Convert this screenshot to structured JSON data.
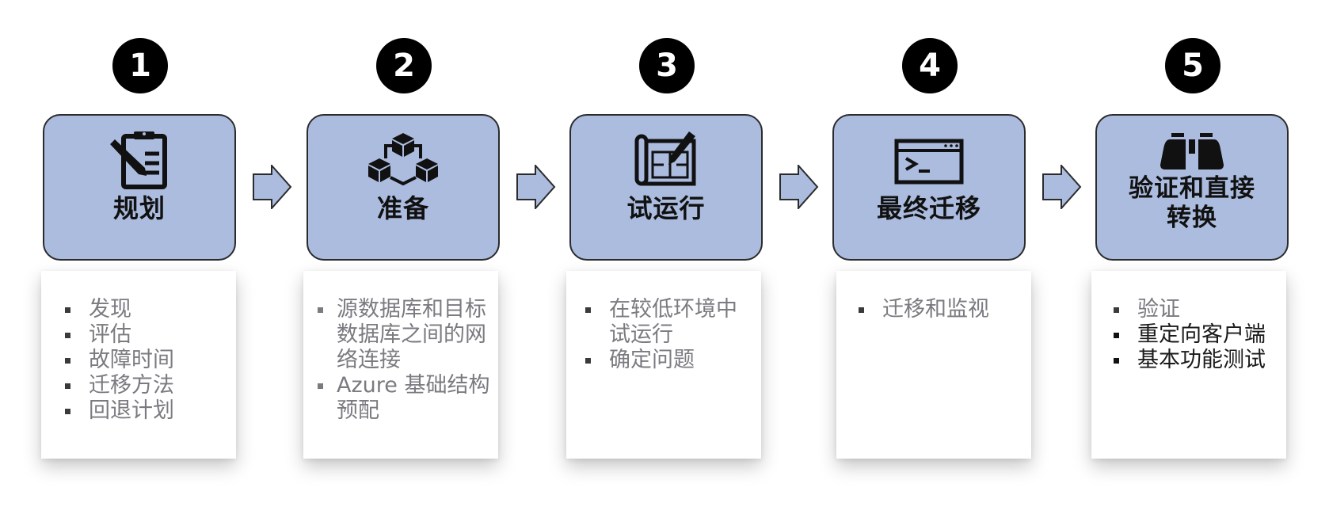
{
  "diagram": {
    "colors": {
      "box_fill": "#abbcdf",
      "box_border": "#2b2b2b",
      "number_circle": "#000000",
      "item_text": "#7a7a80",
      "item_text_dark": "#1a1a1a"
    },
    "steps": [
      {
        "number": "1",
        "title": "规划",
        "icon": "clipboard-pencil-icon",
        "items": [
          "发现",
          "评估",
          "故障时间",
          "迁移方法",
          "回退计划"
        ]
      },
      {
        "number": "2",
        "title": "准备",
        "icon": "connected-cubes-icon",
        "items": [
          "源数据库和目标数据库之间的网络连接",
          "Azure 基础结构预配"
        ]
      },
      {
        "number": "3",
        "title": "试运行",
        "icon": "blueprint-pencil-icon",
        "items": [
          "在较低环境中试运行",
          "确定问题"
        ]
      },
      {
        "number": "4",
        "title": "最终迁移",
        "icon": "terminal-window-icon",
        "items": [
          "迁移和监视"
        ]
      },
      {
        "number": "5",
        "title_line1": "验证和直接",
        "title_line2": "转换",
        "icon": "binoculars-icon",
        "items": [
          "验证",
          "重定向客户端",
          "基本功能测试"
        ]
      }
    ]
  }
}
